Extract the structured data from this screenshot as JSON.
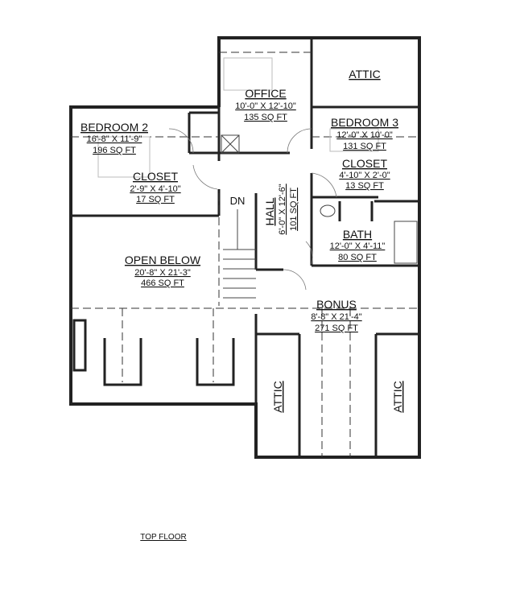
{
  "plan_title": "TOP FLOOR",
  "rooms": {
    "office": {
      "name": "OFFICE",
      "dims": "10'-0\" X 12'-10\"",
      "area": "135 SQ FT"
    },
    "attic_top": {
      "name": "ATTIC"
    },
    "bedroom2": {
      "name": "BEDROOM 2",
      "dims": "16'-8\" X 11'-9\"",
      "area": "196 SQ FT"
    },
    "closet2": {
      "name": "CLOSET",
      "dims": "2'-9\" X 4'-10\"",
      "area": "17 SQ FT"
    },
    "bedroom3": {
      "name": "BEDROOM 3",
      "dims": "12'-0\" X 10'-0\"",
      "area": "131 SQ FT"
    },
    "closet3": {
      "name": "CLOSET",
      "dims": "4'-10\" X 2'-0\"",
      "area": "13 SQ FT"
    },
    "hall": {
      "name": "HALL",
      "dims": "6'-0\" X 12'-6\"",
      "area": "101 SQ FT"
    },
    "bath": {
      "name": "BATH",
      "dims": "12'-0\" X 4'-11\"",
      "area": "80 SQ FT"
    },
    "open_below": {
      "name": "OPEN BELOW",
      "dims": "20'-8\" X 21'-3\"",
      "area": "466 SQ FT"
    },
    "bonus": {
      "name": "BONUS",
      "dims": "8'-8\" X 21'-4\"",
      "area": "271 SQ FT"
    },
    "attic_left": {
      "name": "ATTIC"
    },
    "attic_right": {
      "name": "ATTIC"
    }
  },
  "stairs": {
    "label": "DN"
  }
}
